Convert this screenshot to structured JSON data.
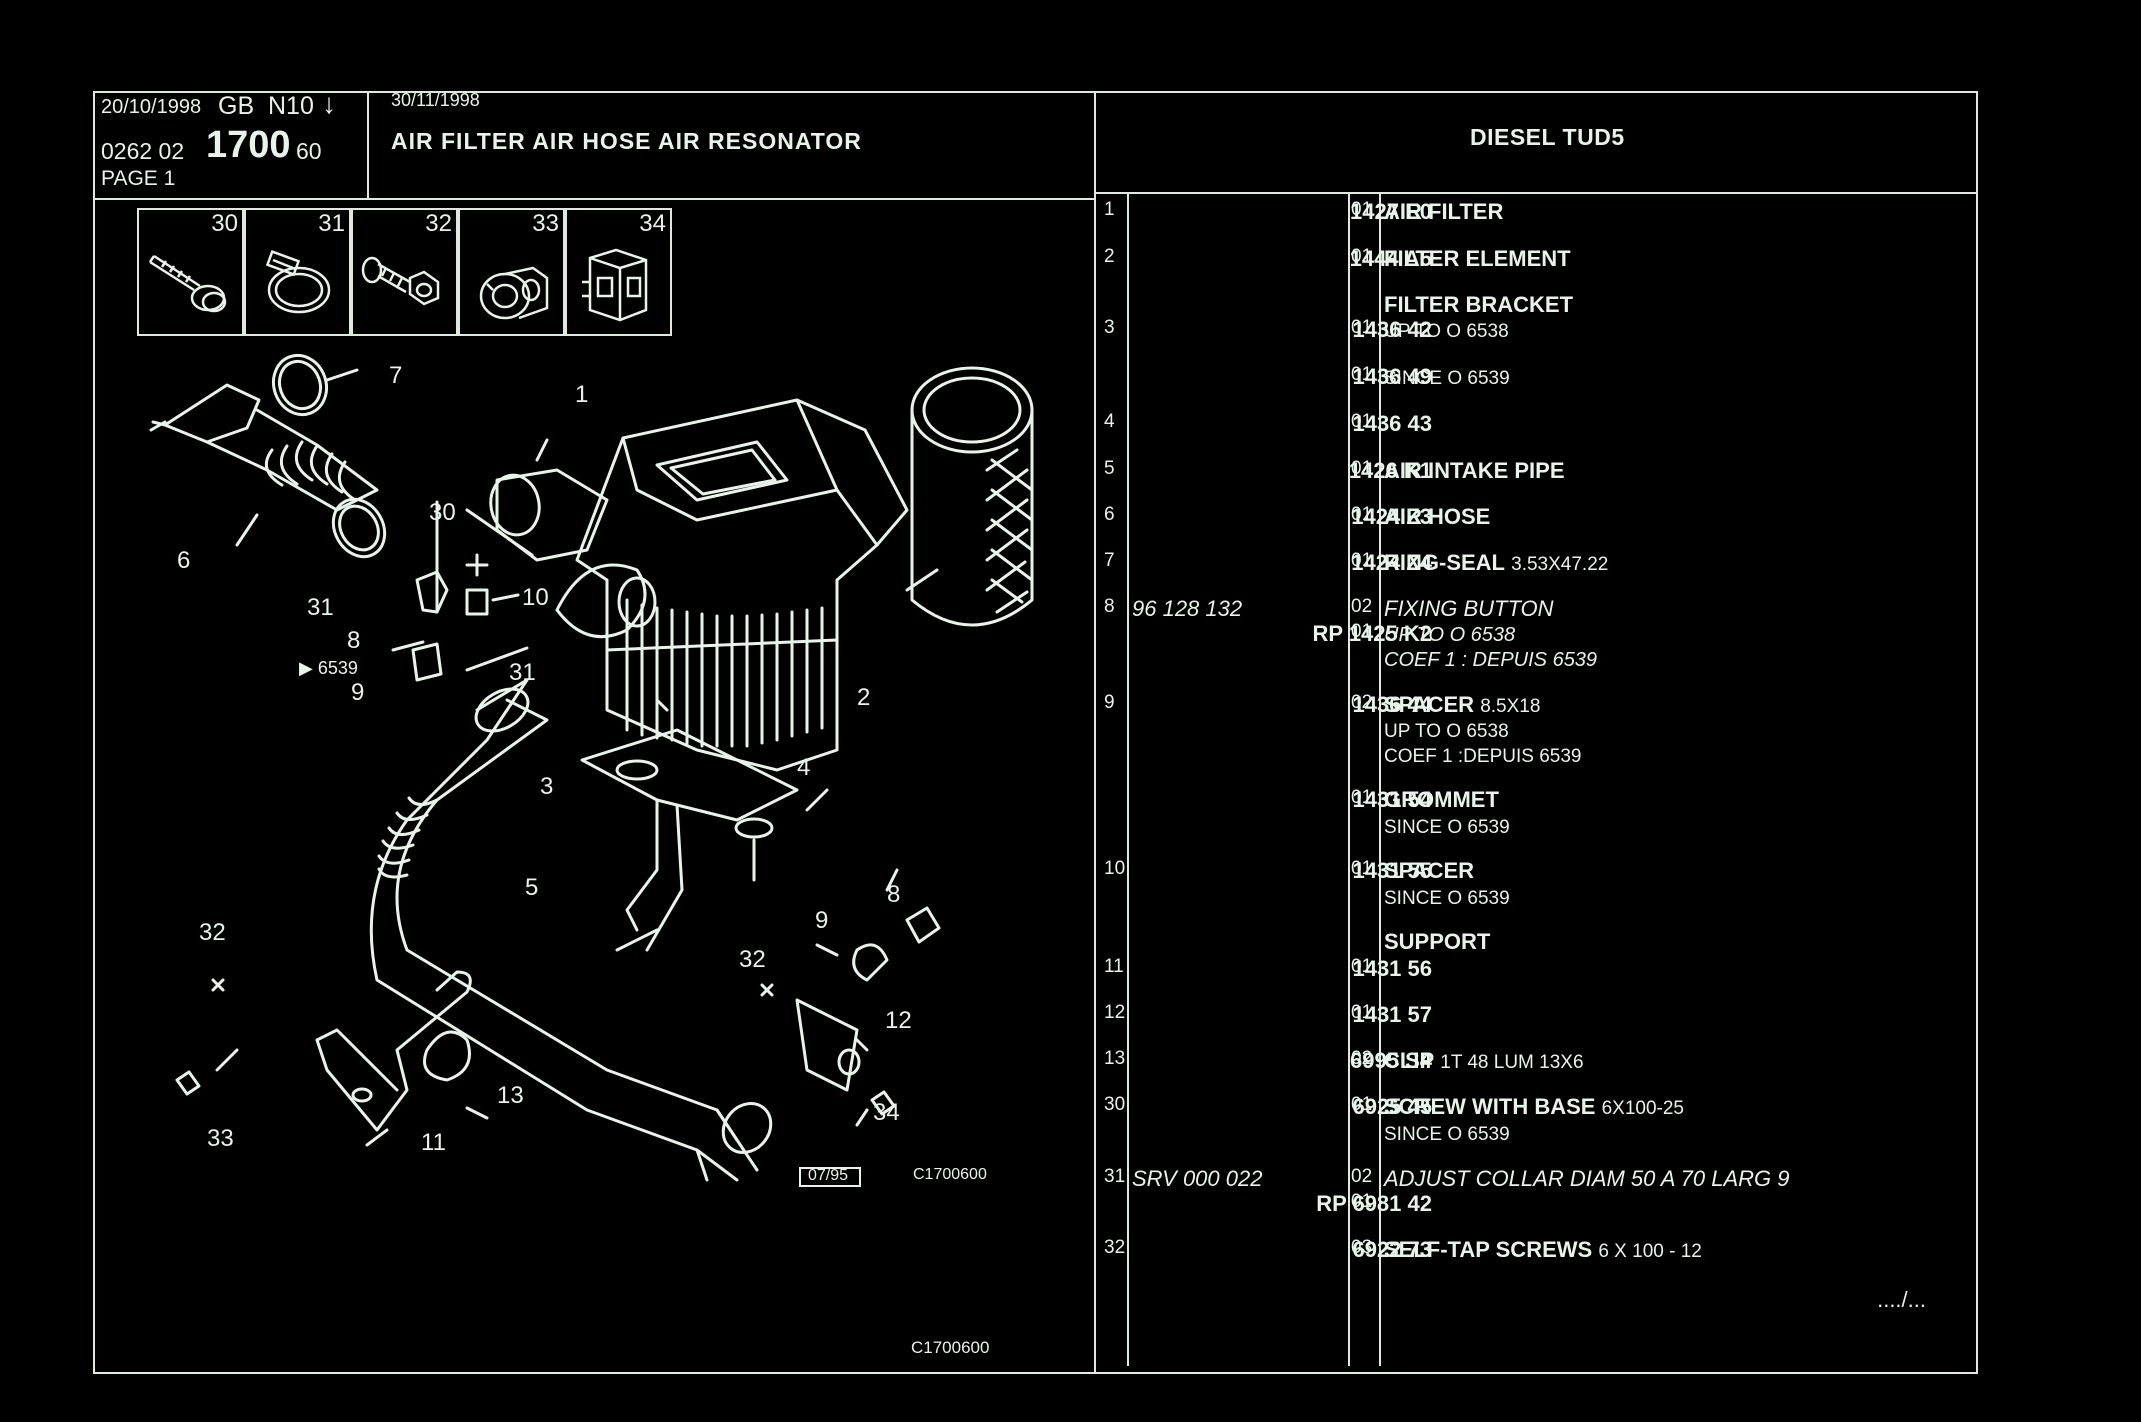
{
  "header": {
    "date1": "20/10/1998",
    "lang": "GB",
    "code": "N10",
    "arrow": "↓",
    "ref_prefix": "0262 02",
    "ref_main": "1700",
    "ref_suffix": "60",
    "page": "PAGE 1",
    "date2": "30/11/1998",
    "title": "AIR FILTER AIR HOSE AIR RESONATOR",
    "engine": "DIESEL TUD5"
  },
  "thumbnails": [
    {
      "num": "30",
      "icon": "screw-with-base-icon"
    },
    {
      "num": "31",
      "icon": "hose-collar-icon"
    },
    {
      "num": "32",
      "icon": "self-tap-screw-icon"
    },
    {
      "num": "33",
      "icon": "grommet-icon"
    },
    {
      "num": "34",
      "icon": "clip-nut-icon"
    }
  ],
  "diagram": {
    "callouts": [
      "7",
      "1",
      "6",
      "30",
      "10",
      "31",
      "8",
      "6539",
      "9",
      "31",
      "3",
      "2",
      "4",
      "5",
      "32",
      "32",
      "9",
      "8",
      "12",
      "13",
      "11",
      "33",
      "34"
    ],
    "date_box": "07/95",
    "ref": "C1700600",
    "footer_ref": "C1700600"
  },
  "parts": [
    {
      "idx": "1",
      "ref": "1427 E0",
      "qty": "01",
      "name": "AIR FILTER",
      "extra": ""
    },
    {
      "idx": "2",
      "ref": "1444 A5",
      "qty": "01",
      "name": "FILTER ELEMENT",
      "extra": ""
    },
    {
      "idx": "",
      "ref": "",
      "qty": "",
      "name": "FILTER BRACKET",
      "extra": ""
    },
    {
      "idx": "3",
      "ref": "1436 42",
      "qty": "01",
      "name": "",
      "extra": "UP TO O 6538"
    },
    {
      "idx": "",
      "ref": "1436 49",
      "qty": "01",
      "name": "",
      "extra": "SINCE O 6539"
    },
    {
      "idx": "4",
      "ref": "1436 43",
      "qty": "01",
      "name": "",
      "extra": ""
    },
    {
      "idx": "5",
      "ref": "1426 K1",
      "qty": "01",
      "name": "AIR INTAKE PIPE",
      "extra": ""
    },
    {
      "idx": "6",
      "ref": "1424 Z3",
      "qty": "01",
      "name": "AIR HOSE",
      "extra": ""
    },
    {
      "idx": "7",
      "ref": "1424 Z4",
      "qty": "01",
      "name": "RING-SEAL",
      "extra": "3.53X47.22"
    },
    {
      "idx": "8",
      "ref_old": "96 128 132",
      "qty_old": "02",
      "name_old": "FIXING BUTTON",
      "ref": "RP  1425 K2",
      "qty": "01",
      "extra": "UP TO O 6538",
      "extra2": "COEF 1 : DEPUIS 6539"
    },
    {
      "idx": "9",
      "ref": "1436 44",
      "qty": "02",
      "name": "SPACER",
      "extra": "8.5X18",
      "extra2": "UP TO O 6538",
      "extra3": "COEF 1 :DEPUIS 6539"
    },
    {
      "idx": "",
      "ref": "1431 54",
      "qty": "01",
      "name": "GROMMET",
      "extra2": "SINCE O 6539"
    },
    {
      "idx": "10",
      "ref": "1431 55",
      "qty": "01",
      "name": "SPACER",
      "extra2": "SINCE O 6539"
    },
    {
      "idx": "",
      "ref": "",
      "qty": "",
      "name": "SUPPORT",
      "extra": ""
    },
    {
      "idx": "11",
      "ref": "1431 56",
      "qty": "01",
      "name": "",
      "extra": ""
    },
    {
      "idx": "12",
      "ref": "1431 57",
      "qty": "01",
      "name": "",
      "extra": ""
    },
    {
      "idx": "13",
      "ref": "6995 S4",
      "qty": "02",
      "name": "CLIP",
      "extra": "1T 48 LUM 13X6"
    },
    {
      "idx": "30",
      "ref": "6925 45",
      "qty": "01",
      "name": "SCREW WITH BASE",
      "extra": "6X100-25",
      "extra2": "SINCE O 6539"
    },
    {
      "idx": "31",
      "ref_old": "SRV 000 022",
      "qty_old": "02",
      "name_old": "ADJUST COLLAR DIAM 50 A 70 LARG 9",
      "ref": "RP  6981 42",
      "qty": "01"
    },
    {
      "idx": "32",
      "ref": "6922 73",
      "qty": "03",
      "name": "SELF-TAP SCREWS",
      "extra": "6 X 100 - 12"
    }
  ],
  "continued": "..../..."
}
